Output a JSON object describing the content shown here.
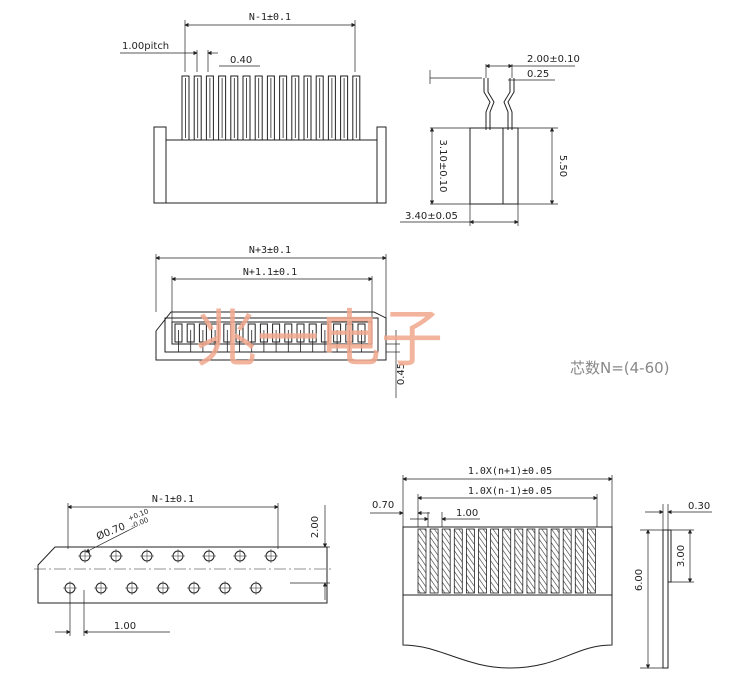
{
  "front_view": {
    "width_dim": "N-1±0.1",
    "pitch_dim": "1.00pitch",
    "pin_width_dim": "0.40"
  },
  "side_view": {
    "top_dim": "2.00±0.10",
    "contact_dim": "0.25",
    "height_dim": "3.10±0.10",
    "total_height_dim": "5.50",
    "depth_dim": "3.40±0.05"
  },
  "top_view": {
    "outer_dim": "N+3±0.1",
    "inner_dim": "N+1.1±0.1",
    "slot_dim": "0.45"
  },
  "watermark": "兆一电子",
  "pin_count_note": "芯数N=(4-60)",
  "pcb_layout": {
    "width_dim": "N-1±0.1",
    "hole_dim": "Ø0.70",
    "hole_tol_plus": "+0.10",
    "hole_tol_minus": "-0.00",
    "pitch_dim": "1.00",
    "row_dim": "2.00"
  },
  "fpc_view": {
    "outer_dim": "1.0X(n+1)±0.05",
    "inner_dim": "1.0X(n-1)±0.05",
    "edge_dim": "0.70",
    "pitch_dim": "1.00"
  },
  "thickness_view": {
    "thickness_dim": "0.30",
    "stiffener_dim": "3.00",
    "length_dim": "6.00"
  }
}
